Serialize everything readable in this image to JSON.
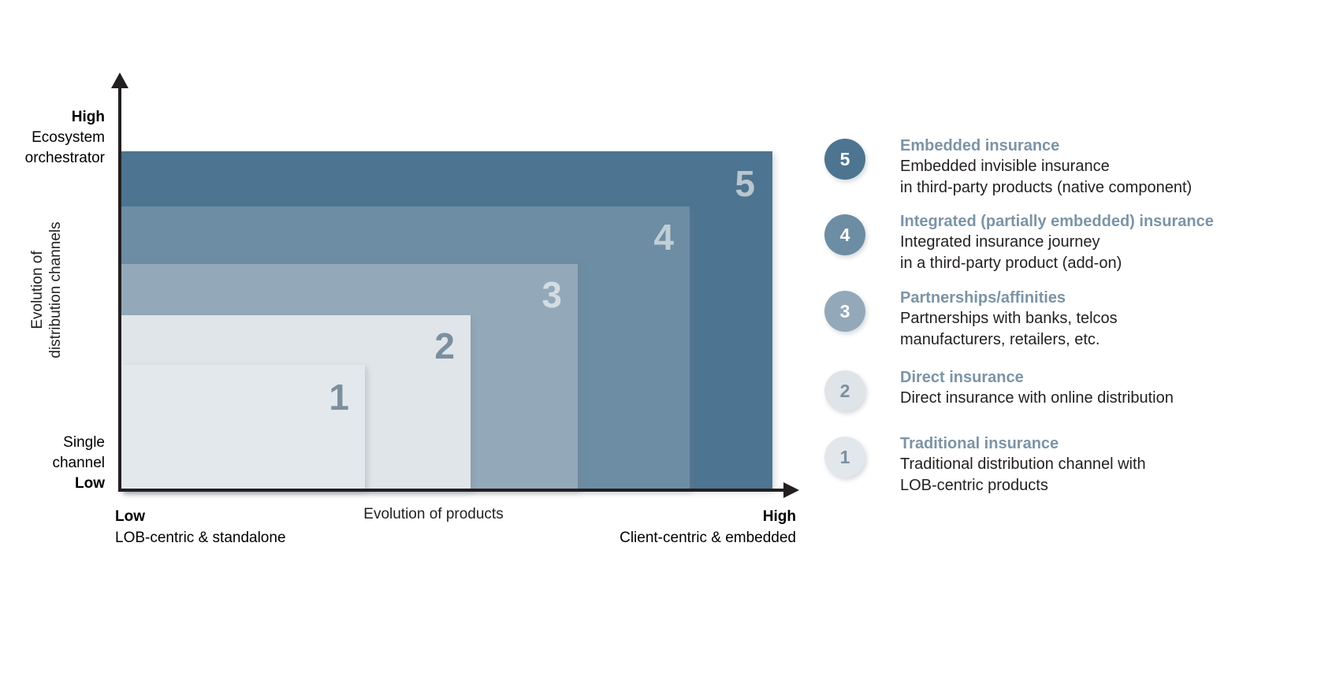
{
  "chart_data": {
    "type": "bar",
    "title": "",
    "xlabel": "Evolution of products",
    "ylabel": "Evolution of distribution channels",
    "x_axis": {
      "title": "Evolution of products",
      "low_bold": "Low",
      "low_desc": "LOB-centric & standalone",
      "high_bold": "High",
      "high_desc": "Client-centric & embedded"
    },
    "y_axis": {
      "title_line1": "Evolution of",
      "title_line2": "distribution channels",
      "high_bold": "High",
      "high_desc_line1": "Ecosystem",
      "high_desc_line2": "orchestrator",
      "low_desc_line1": "Single",
      "low_desc_line2": "channel",
      "low_bold": "Low"
    },
    "categories": [
      "1",
      "2",
      "3",
      "4",
      "5"
    ],
    "values": [
      1,
      2,
      3,
      4,
      5
    ],
    "steps": [
      {
        "num": "1",
        "color": "#e3e8ec",
        "num_color": "#7b909f"
      },
      {
        "num": "2",
        "color": "#e0e5e9",
        "num_color": "#7b909f"
      },
      {
        "num": "3",
        "color": "#93a9b9",
        "num_color": "#d3dce2"
      },
      {
        "num": "4",
        "color": "#6c8da3",
        "num_color": "#c2ced6"
      },
      {
        "num": "5",
        "color": "#4d7490",
        "num_color": "#b9c6cf"
      }
    ]
  },
  "legend": {
    "items": [
      {
        "num": "5",
        "title": "Embedded insurance",
        "desc_line1": "Embedded invisible insurance",
        "desc_line2": "in third-party products (native component)",
        "badge_bg": "#4d7490",
        "badge_fg": "#ffffff"
      },
      {
        "num": "4",
        "title": "Integrated (partially embedded) insurance",
        "desc_line1": "Integrated insurance journey",
        "desc_line2": "in a third-party product (add-on)",
        "badge_bg": "#6c8da3",
        "badge_fg": "#ffffff"
      },
      {
        "num": "3",
        "title": "Partnerships/affinities",
        "desc_line1": "Partnerships with banks, telcos",
        "desc_line2": "manufacturers, retailers, etc.",
        "badge_bg": "#93a9b9",
        "badge_fg": "#ffffff"
      },
      {
        "num": "2",
        "title": "Direct insurance",
        "desc_line1": "Direct insurance with online distribution",
        "desc_line2": "",
        "badge_bg": "#dfe4e8",
        "badge_fg": "#7b909f"
      },
      {
        "num": "1",
        "title": "Traditional insurance",
        "desc_line1": "Traditional distribution channel with",
        "desc_line2": "LOB-centric products",
        "badge_bg": "#e2e7eb",
        "badge_fg": "#7b909f"
      }
    ]
  },
  "colors": {
    "axis": "#231f20",
    "legend_title": "#7b94a6",
    "darkest": "#4d7490",
    "lightest": "#e3e8ec"
  }
}
